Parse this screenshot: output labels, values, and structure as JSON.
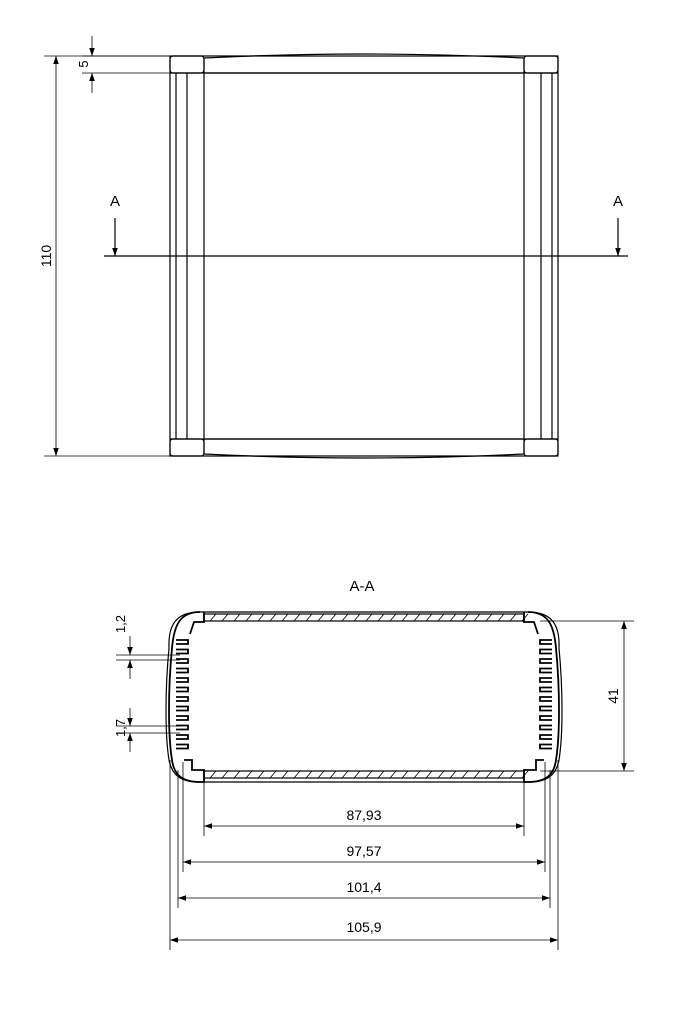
{
  "top_view": {
    "dim_height": "110",
    "dim_end_cap": "5",
    "section_marker_left": "A",
    "section_marker_right": "A"
  },
  "section_view": {
    "title": "A-A",
    "dim_wall": "1,2",
    "dim_fin": "1,7",
    "dim_inner_height": "41",
    "dim_width_1": "87,93",
    "dim_width_2": "97,57",
    "dim_width_3": "101,4",
    "dim_width_4": "105,9"
  }
}
